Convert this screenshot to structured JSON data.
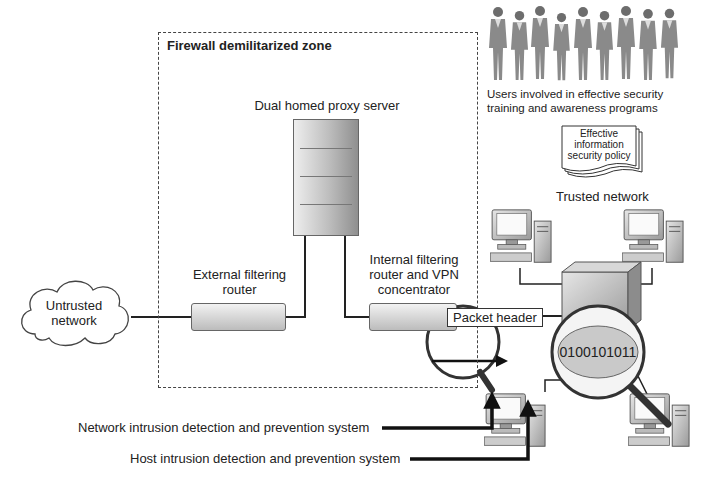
{
  "diagram": {
    "nodes": [
      {
        "text": [
          "Firewall demilitarized zone"
        ]
      },
      {
        "text": [
          "Dual homed proxy server"
        ],
        "in": 0
      },
      {
        "text": [
          "External filtering router"
        ],
        "in": 0
      },
      {
        "text": [
          "Internal filtering router and VPN concentrator"
        ],
        "in": 0
      },
      {
        "text": [
          "Untrusted network"
        ]
      },
      {
        "text": [
          "Effective information security policy"
        ]
      }
    ],
    "edges": [
      {
        "from": 4,
        "to": 2,
        "arrow": "none"
      },
      {
        "from": 2,
        "to": 1,
        "arrow": "none"
      },
      {
        "from": 1,
        "to": 3,
        "arrow": "none"
      }
    ],
    "labels": [
      "Trusted network",
      "Users involved in effective security training and awareness programs",
      "Packet header",
      "0100101011",
      "Network intrusion detection and prevention system",
      "Host intrusion detection and prevention system"
    ]
  }
}
